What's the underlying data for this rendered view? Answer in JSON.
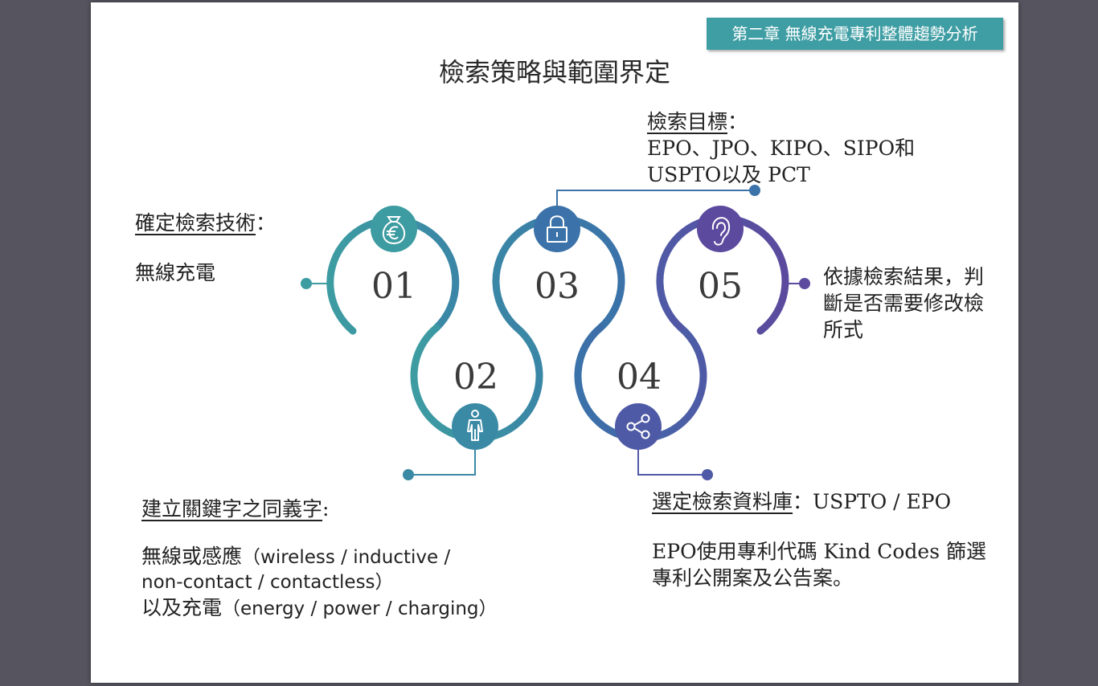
{
  "chapter_badge": "第二章 無線充電專利整體趨勢分析",
  "title": "檢索策略與範圍界定",
  "colors": {
    "teal": "#3d9ca1",
    "teal_blue": "#3a86a6",
    "blue": "#3a72a9",
    "indigo": "#4f5aa6",
    "purple": "#5b4a9e"
  },
  "steps": [
    {
      "number": "01",
      "icon": "money-bag-euro-icon",
      "heading": "確定檢索技術",
      "sep": "：",
      "body": "無線充電"
    },
    {
      "number": "02",
      "icon": "person-icon",
      "heading": "建立關鍵字之同義字",
      "sep": ":",
      "line1_cjk": "無線或感應",
      "line1_en": "（wireless / inductive /",
      "line2_en": "non-contact / contactless）",
      "line3_cjk": "以及充電",
      "line3_en": "（energy / power / charging）"
    },
    {
      "number": "03",
      "icon": "lock-icon",
      "heading": "檢索目標",
      "sep": "：",
      "line1": "EPO、JPO、KIPO、SIPO和",
      "line2": "USPTO以及 PCT"
    },
    {
      "number": "04",
      "icon": "share-icon",
      "heading": "選定檢索資料庫",
      "sep": "：",
      "inline": "USPTO / EPO",
      "line1": "EPO使用專利代碼 Kind Codes 篩選",
      "line2": "專利公開案及公告案。"
    },
    {
      "number": "05",
      "icon": "ear-icon",
      "line1": "依據檢索結果，判",
      "line2": "斷是否需要修改檢",
      "line3": "所式"
    }
  ]
}
